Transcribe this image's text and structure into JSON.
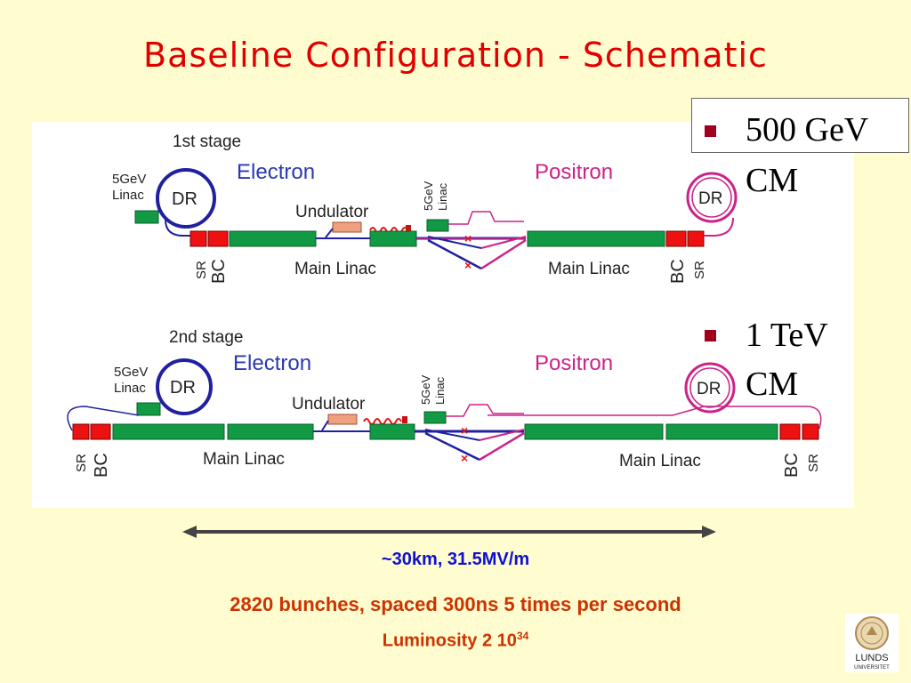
{
  "title": "Baseline Configuration - Schematic",
  "bullets": [
    {
      "line1": "500 GeV",
      "line2": "CM"
    },
    {
      "line1": "1 TeV",
      "line2": "CM"
    }
  ],
  "stage1": {
    "stage_label": "1st stage",
    "electron_label": "Electron",
    "positron_label": "Positron",
    "linac5_left": [
      "5GeV",
      "Linac"
    ],
    "linac5_mid": [
      "5GeV",
      "Linac"
    ],
    "dr": "DR",
    "undulator": "Undulator",
    "main_linac": "Main Linac",
    "sr": "SR",
    "bc": "BC"
  },
  "stage2": {
    "stage_label": "2nd stage",
    "electron_label": "Electron",
    "positron_label": "Positron",
    "linac5_left": [
      "5GeV",
      "Linac"
    ],
    "linac5_mid": [
      "5GeV",
      "Linac"
    ],
    "dr": "DR",
    "undulator": "Undulator",
    "main_linac": "Main Linac",
    "sr": "SR",
    "bc": "BC"
  },
  "captions": {
    "length": "~30km, 31.5MV/m",
    "bunches": "2820 bunches, spaced 300ns 5 times per second",
    "luminosity": "Luminosity 2 10",
    "luminosity_exp": "34"
  },
  "logo": {
    "name": "LUNDS",
    "sub": "UNIVERSITET"
  },
  "colors": {
    "title": "#e00000",
    "electron": "#2020a0",
    "positron": "#cc2288",
    "green": "#119944",
    "red": "#ee1111",
    "undulator": "#f0a080",
    "length_caption": "#1010d0",
    "info_caption": "#cc3300"
  }
}
